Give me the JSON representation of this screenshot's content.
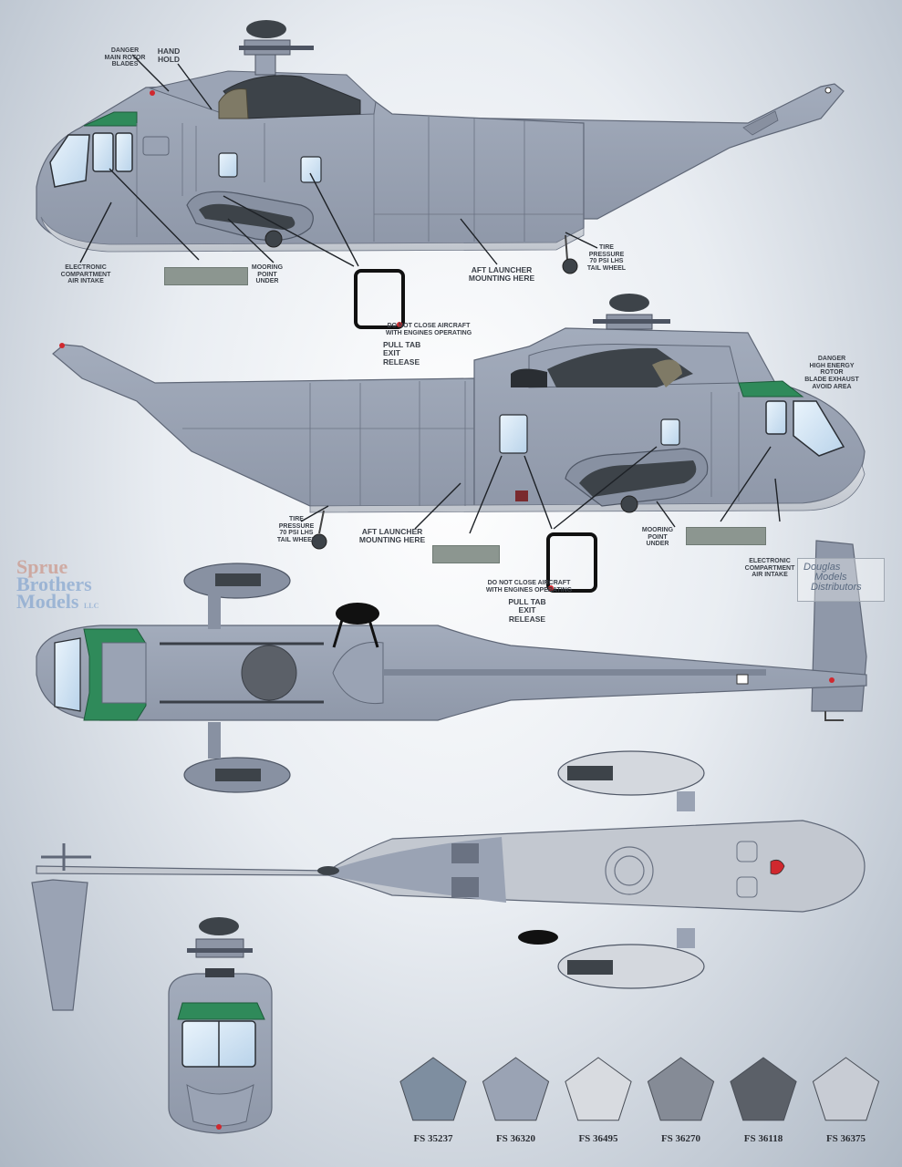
{
  "callouts": {
    "hand_hold": "HAND\nHOLD",
    "tiny_label_top": "DANGER\nMAIN ROTOR\nBLADES",
    "electronic_intake_1": "ELECTRONIC COMPARTMENT\nAIR INTAKE",
    "mooring_point_1": "MOORING\nPOINT\nUNDER",
    "aft_launcher_1": "AFT LAUNCHER\nMOUNTING HERE",
    "tire_pressure_1": "TIRE\nPRESSURE\n70 PSI LHS\nTAIL WHEEL",
    "do_not_close_1": "DO NOT CLOSE AIRCRAFT\nWITH ENGINES OPERATING",
    "pull_tab_1": "PULL TAB\nEXIT RELEASE",
    "danger_right": "DANGER\nHIGH ENERGY ROTOR\nBLADE EXHAUST\nAVOID AREA",
    "tire_pressure_2": "TIRE\nPRESSURE\n70 PSI LHS\nTAIL WHEEL",
    "aft_launcher_2": "AFT LAUNCHER\nMOUNTING HERE",
    "mooring_point_2": "MOORING\nPOINT\nUNDER",
    "electronic_intake_2": "ELECTRONIC COMPARTMENT\nAIR INTAKE",
    "do_not_close_2": "DO NOT CLOSE AIRCRAFT\nWITH ENGINES OPERATING",
    "pull_tab_2": "PULL TAB\nEXIT RELEASE"
  },
  "watermarks": {
    "sprue_1": "Sprue",
    "sprue_2": "Brothers",
    "sprue_3": "Models",
    "sprue_llc": "LLC",
    "dmd_1": "Douglas",
    "dmd_2": "Models",
    "dmd_3": "Distributors"
  },
  "swatches": [
    {
      "code": "FS 35237",
      "color": "#7e8ea0"
    },
    {
      "code": "FS 36320",
      "color": "#9aa3b4"
    },
    {
      "code": "FS 36495",
      "color": "#d8dbe0"
    },
    {
      "code": "FS 36270",
      "color": "#858b96"
    },
    {
      "code": "FS 36118",
      "color": "#5b6068"
    },
    {
      "code": "FS 36375",
      "color": "#c8ccd4"
    }
  ],
  "colors": {
    "fuselage": "#9aa3b4",
    "fuselage_dark": "#6f7888",
    "panel_line": "#6a7282",
    "canopy_green": "#2f8a5a",
    "glass": "#cfe3f5",
    "rotor_dark": "#3d4349",
    "exhaust": "#7f7a66",
    "belly": "#c8ccd4",
    "warning_red": "#d0282e"
  }
}
